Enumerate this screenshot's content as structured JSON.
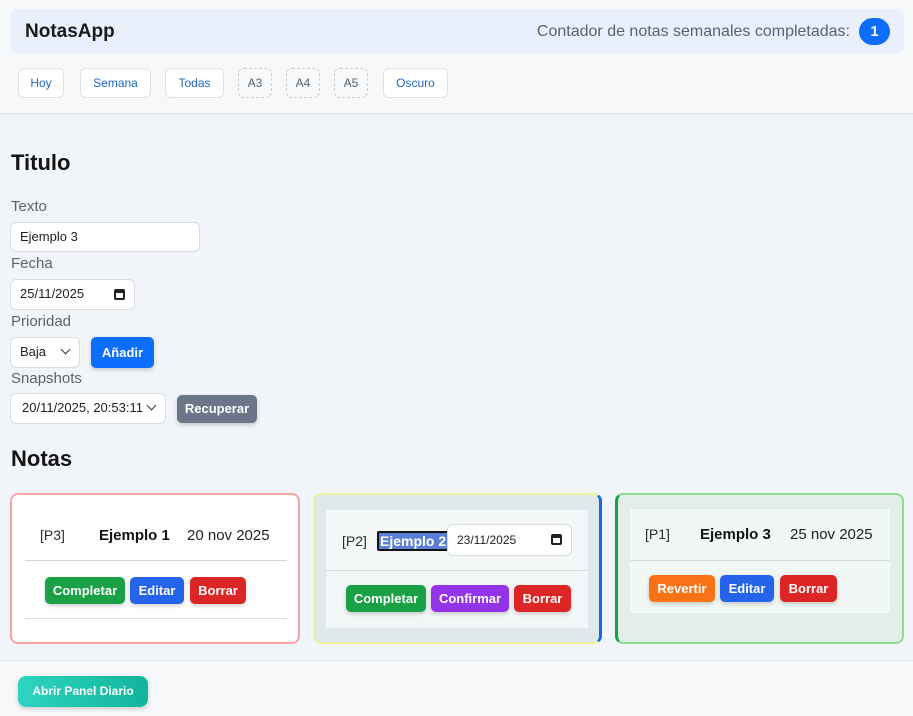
{
  "header": {
    "app_title": "NotasApp",
    "counter_label": "Contador de notas semanales completadas:",
    "counter_value": "1"
  },
  "filters": [
    "Hoy",
    "Semana",
    "Todas",
    "A3",
    "A4",
    "A5",
    "Oscuro"
  ],
  "form": {
    "title": "Titulo",
    "texto_label": "Texto",
    "texto_value": "Ejemplo 3",
    "fecha_label": "Fecha",
    "fecha_value": "25/11/2025",
    "prioridad_label": "Prioridad",
    "prioridad_value": "Baja",
    "add_button": "Añadir",
    "snapshots_label": "Snapshots",
    "snapshot_value": "20/11/2025, 20:53:11",
    "recover_button": "Recuperar"
  },
  "notes_title": "Notas",
  "notes": [
    {
      "priority": "[P3]",
      "title": "Ejemplo 1",
      "date": "20 nov 2025",
      "actions": [
        "Completar",
        "Editar",
        "Borrar"
      ]
    },
    {
      "priority": "[P2]",
      "title": "Ejemplo 2",
      "date_input": "23/11/2025",
      "actions": [
        "Completar",
        "Confirmar",
        "Borrar"
      ]
    },
    {
      "priority": "[P1]",
      "title": "Ejemplo 3",
      "date": "25 nov 2025",
      "actions": [
        "Revertir",
        "Editar",
        "Borrar"
      ]
    }
  ],
  "footer": {
    "panel_button": "Abrir Panel Diario"
  },
  "colors": {
    "accent": "#0d6efd",
    "complete": "#1aa045",
    "edit": "#2563eb",
    "delete": "#dc2626",
    "confirm": "#9333ea",
    "revert": "#f97316",
    "recover": "#6b7789",
    "panel": "#2dd4bf"
  }
}
